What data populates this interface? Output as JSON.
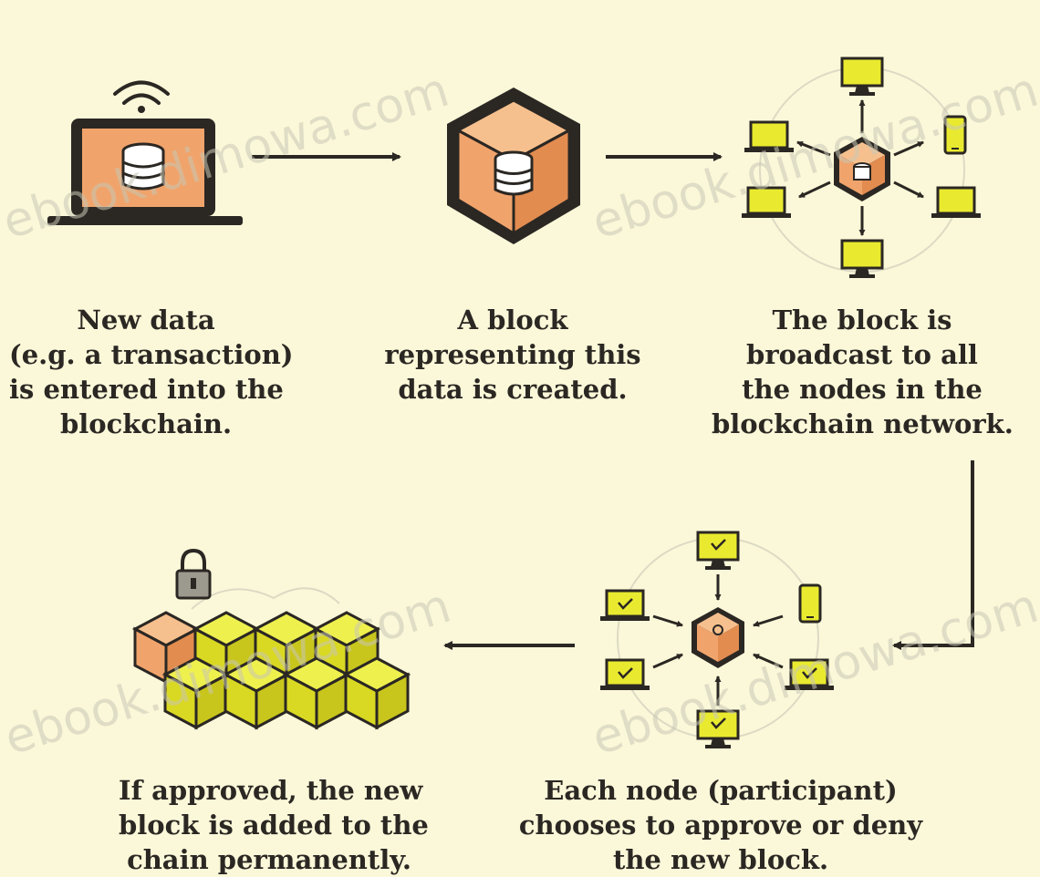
{
  "steps": [
    {
      "lines": [
        "New data",
        "(e.g. a transaction)",
        "is entered into the",
        "blockchain."
      ]
    },
    {
      "lines": [
        "A block",
        "representing this",
        "data is created."
      ]
    },
    {
      "lines": [
        "The block is",
        "broadcast to all",
        "the nodes in the",
        "blockchain network."
      ]
    },
    {
      "lines": [
        "Each node (participant)",
        "chooses to approve or deny",
        "the new block."
      ]
    },
    {
      "lines": [
        "If approved, the new",
        "block is added to the",
        "chain permanently."
      ]
    }
  ],
  "watermark": "ebook.dimowa.com",
  "icons": {
    "step1": "laptop-database-icon",
    "step2": "block-cube-icon",
    "step3": "network-broadcast-icon",
    "step4": "node-approval-icon",
    "step5": "blockchain-cubes-icon"
  },
  "colors": {
    "background": "#fbf8d9",
    "block_orange": "#f0a46c",
    "node_yellow": "#e9ea2f",
    "ink": "#2b2723",
    "watermark": "#c9c7b4"
  }
}
